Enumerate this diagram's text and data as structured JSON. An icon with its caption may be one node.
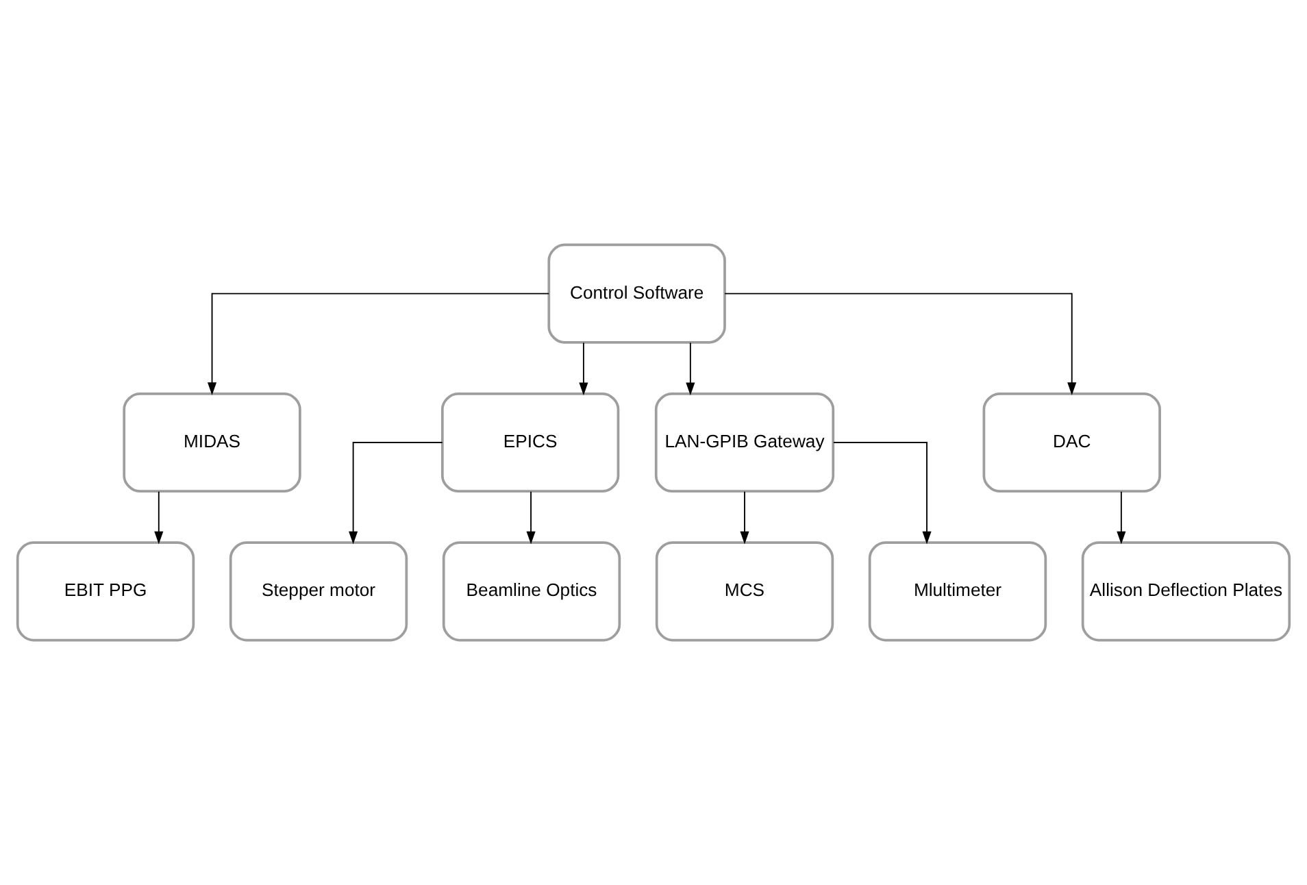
{
  "diagram": {
    "nodes": [
      {
        "text": [
          "Control Software"
        ]
      },
      {
        "text": [
          "MIDAS"
        ]
      },
      {
        "text": [
          "EPICS"
        ]
      },
      {
        "text": [
          "LAN-GPIB Gateway"
        ]
      },
      {
        "text": [
          "DAC"
        ]
      },
      {
        "text": [
          "EBIT PPG"
        ]
      },
      {
        "text": [
          "MCS"
        ]
      },
      {
        "text": [
          "Mlultimeter"
        ]
      },
      {
        "text": [
          "Allison Deflection Plates"
        ]
      },
      {
        "text": [
          "Stepper motor"
        ]
      },
      {
        "text": [
          "Beamline Optics"
        ]
      }
    ],
    "edges": [
      {
        "from": 0,
        "to": 1,
        "arrow": "to"
      },
      {
        "from": 0,
        "to": 2,
        "arrow": "to"
      },
      {
        "from": 0,
        "to": 3,
        "arrow": "to"
      },
      {
        "from": 0,
        "to": 4,
        "arrow": "to"
      },
      {
        "from": 1,
        "to": 5,
        "arrow": "to"
      },
      {
        "from": 3,
        "to": 6,
        "arrow": "to"
      },
      {
        "from": 3,
        "to": 7,
        "arrow": "to"
      },
      {
        "from": 4,
        "to": 8,
        "arrow": "to"
      },
      {
        "from": 2,
        "to": 9,
        "arrow": "to"
      },
      {
        "from": 2,
        "to": 10,
        "arrow": "to"
      }
    ]
  }
}
